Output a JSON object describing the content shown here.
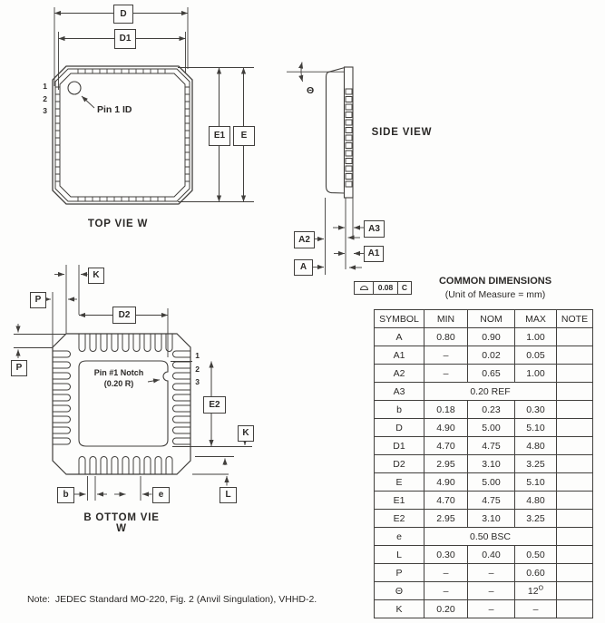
{
  "colors": {
    "ink": "#2b2927",
    "line": "#413f3c",
    "background": "#fdfdfc"
  },
  "dims": {
    "d": "D",
    "d1": "D1",
    "e_cap": "E",
    "e1": "E1",
    "d2": "D2",
    "e2": "E2",
    "a": "A",
    "a1": "A1",
    "a2": "A2",
    "a3": "A3",
    "k": "K",
    "p": "P",
    "b": "b",
    "e_pitch": "e",
    "l": "L",
    "theta": "Θ"
  },
  "top_view": {
    "caption": "TOP VIE W",
    "pin1_label": "Pin 1 ID",
    "pins": [
      "1",
      "2",
      "3"
    ]
  },
  "side_view": {
    "caption": "SIDE VIEW",
    "theta": "Θ",
    "datum": {
      "tolerance": "0.08",
      "datum_ref": "C"
    }
  },
  "bottom_view": {
    "caption": "B OTTOM VIE W",
    "pins": [
      "1",
      "2",
      "3"
    ],
    "notch_line1": "Pin #1 Notch",
    "notch_line2": "(0.20 R)"
  },
  "table": {
    "title": "COMMON DIMENSIONS",
    "subtitle": "(Unit of Measure = mm)",
    "headers": [
      "SYMBOL",
      "MIN",
      "NOM",
      "MAX",
      "NOTE"
    ],
    "rows": [
      {
        "symbol": "A",
        "min": "0.80",
        "nom": "0.90",
        "max": "1.00",
        "note": ""
      },
      {
        "symbol": "A1",
        "min": "–",
        "nom": "0.02",
        "max": "0.05",
        "note": ""
      },
      {
        "symbol": "A2",
        "min": "–",
        "nom": "0.65",
        "max": "1.00",
        "note": ""
      },
      {
        "symbol": "A3",
        "span": "0.20 REF",
        "note": ""
      },
      {
        "symbol": "b",
        "min": "0.18",
        "nom": "0.23",
        "max": "0.30",
        "note": ""
      },
      {
        "symbol": "D",
        "min": "4.90",
        "nom": "5.00",
        "max": "5.10",
        "note": ""
      },
      {
        "symbol": "D1",
        "min": "4.70",
        "nom": "4.75",
        "max": "4.80",
        "note": ""
      },
      {
        "symbol": "D2",
        "min": "2.95",
        "nom": "3.10",
        "max": "3.25",
        "note": ""
      },
      {
        "symbol": "E",
        "min": "4.90",
        "nom": "5.00",
        "max": "5.10",
        "note": ""
      },
      {
        "symbol": "E1",
        "min": "4.70",
        "nom": "4.75",
        "max": "4.80",
        "note": ""
      },
      {
        "symbol": "E2",
        "min": "2.95",
        "nom": "3.10",
        "max": "3.25",
        "note": ""
      },
      {
        "symbol": "e",
        "span": "0.50 BSC",
        "note": ""
      },
      {
        "symbol": "L",
        "min": "0.30",
        "nom": "0.40",
        "max": "0.50",
        "note": ""
      },
      {
        "symbol": "P",
        "min": "–",
        "nom": "–",
        "max": "0.60",
        "note": ""
      },
      {
        "symbol": "Θ",
        "min": "–",
        "nom": "–",
        "max": "12",
        "max_sup": "O",
        "note": ""
      },
      {
        "symbol": "K",
        "min": "0.20",
        "nom": "–",
        "max": "–",
        "note": ""
      }
    ]
  },
  "note": "Note:  JEDEC Standard MO-220, Fig. 2 (Anvil Singulation), VHHD-2."
}
